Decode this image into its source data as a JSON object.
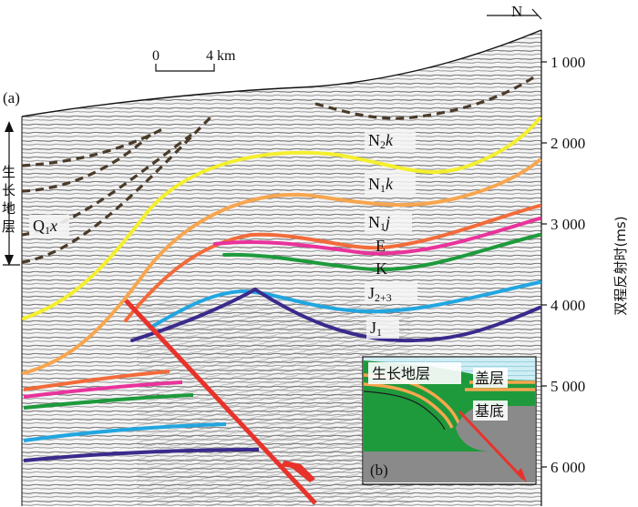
{
  "panel_a_label": "(a)",
  "panel_b_label": "(b)",
  "north_label": "N",
  "scale": {
    "start": "0",
    "end": "4 km"
  },
  "growth_strata_label": [
    "生",
    "长",
    "地",
    "层"
  ],
  "y_axis": {
    "title": "双程反射时(ms)",
    "ticks": [
      "1 000",
      "2 000",
      "3 000",
      "4 000",
      "5 000",
      "6 000"
    ]
  },
  "horizons": [
    {
      "base": "N",
      "sub": "2",
      "suffix": "k",
      "color": "#f4ef2e"
    },
    {
      "base": "N",
      "sub": "1",
      "suffix": "k",
      "color": "#f7a64f"
    },
    {
      "base": "N",
      "sub": "1",
      "suffix": "j",
      "color": "#f26b3a"
    },
    {
      "base": "E",
      "sub": "",
      "suffix": "",
      "color": "#e9339b"
    },
    {
      "base": "K",
      "sub": "",
      "suffix": "",
      "color": "#1e9a3c"
    },
    {
      "base": "J",
      "sub": "2+3",
      "suffix": "",
      "color": "#22a6e0"
    },
    {
      "base": "J",
      "sub": "1",
      "suffix": "",
      "color": "#3b2a8c"
    }
  ],
  "q_label": {
    "base": "Q",
    "sub": "1",
    "suffix": "x"
  },
  "inset_b": {
    "growth_label": "生长地层",
    "cover_label": "盖层",
    "basement_label": "基底"
  },
  "colors": {
    "fault": "#e8332b",
    "growth_dash": "#4a3a28"
  }
}
